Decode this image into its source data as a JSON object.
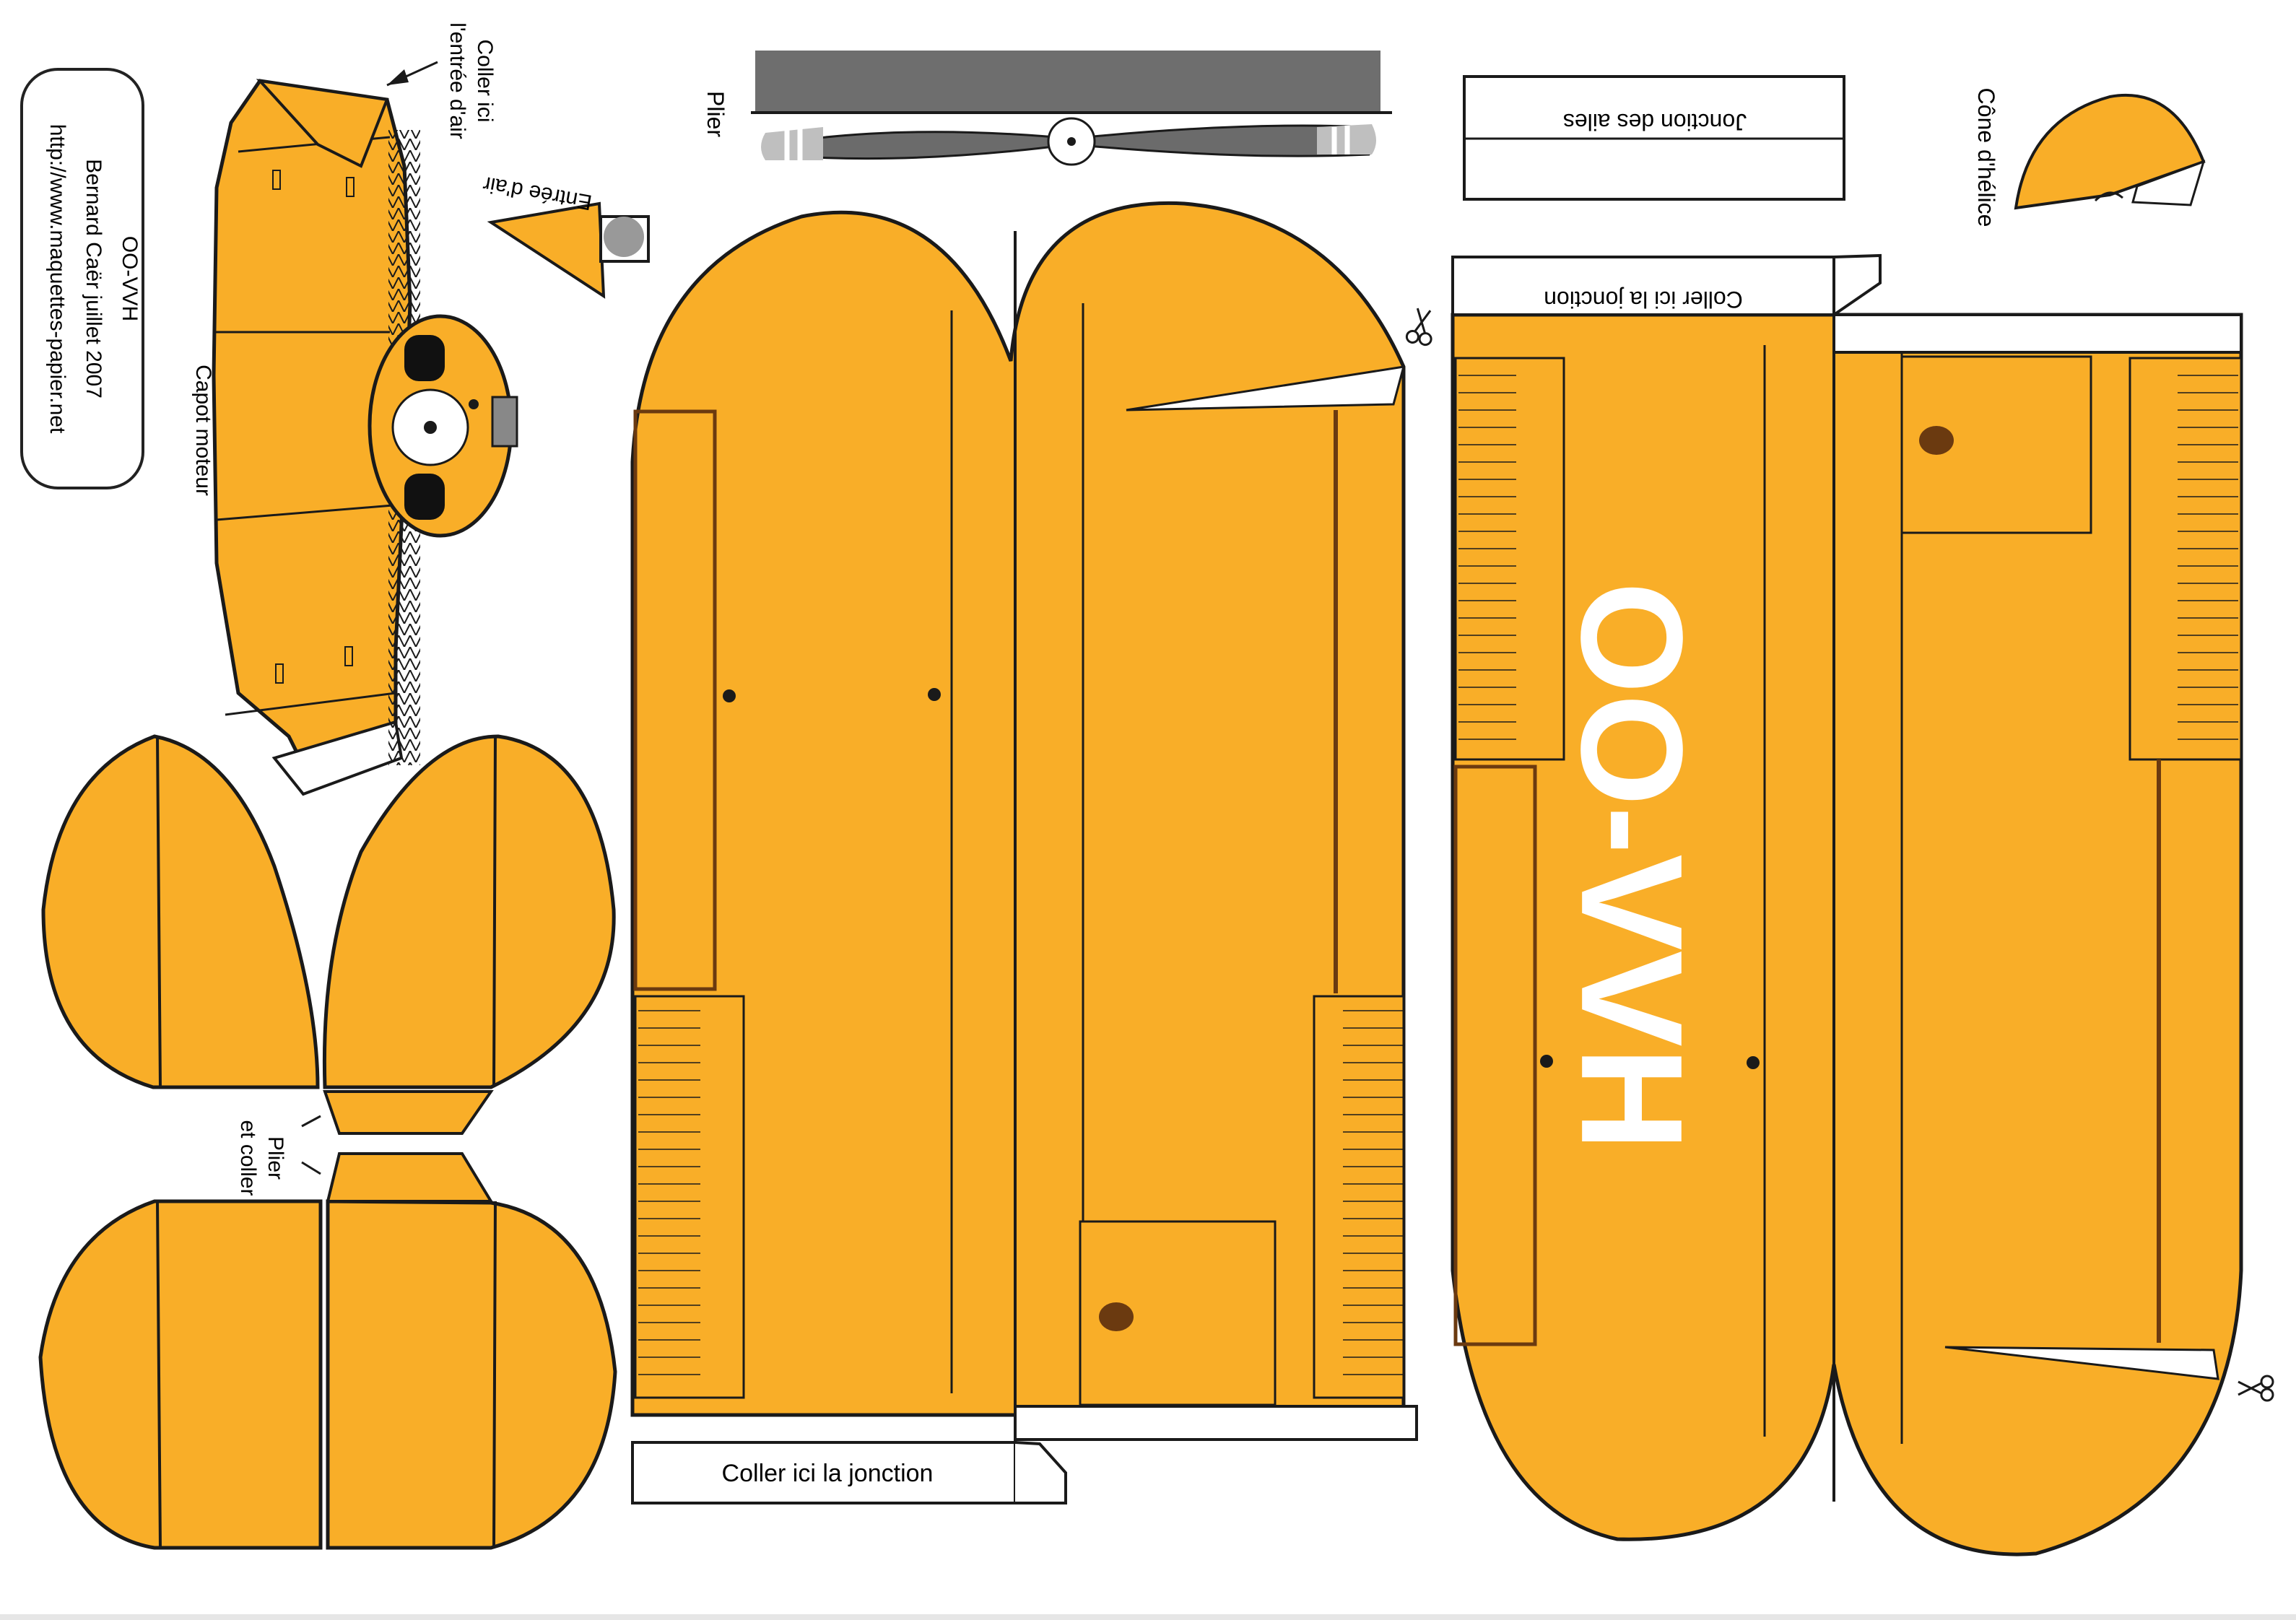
{
  "credit": {
    "model_name": "OO-VVH",
    "author_line": "Bernard Caër juillet 2007",
    "url": "http://www.maquettes-papier.net"
  },
  "labels": {
    "coller_entree_line1": "Coller ici",
    "coller_entree_line2": "l'entrée d'air",
    "entree_air": "Entrée d'air",
    "capot_moteur": "Capot moteur",
    "plier": "Plier",
    "cone_helice_line1": "Cône d'hélice",
    "jonction_ailes": "Jonction des ailes",
    "coller_jonction_top": "Coller ici la jonction",
    "coller_jonction_bottom": "Coller ici la jonction",
    "plier_coller_line1": "Plier",
    "plier_coller_line2": "et coller",
    "registration": "OO-VVH"
  },
  "colors": {
    "paper_orange": "#F9AE28",
    "outline": "#1a1a1a",
    "propeller_gray": "#6b6b6b",
    "propeller_bar": "#6e6e6e",
    "dark_brown": "#3b2410",
    "registration_white": "#ffffff"
  },
  "icons": {
    "scissors_top": "scissors-icon",
    "scissors_bottom": "scissors-icon"
  }
}
